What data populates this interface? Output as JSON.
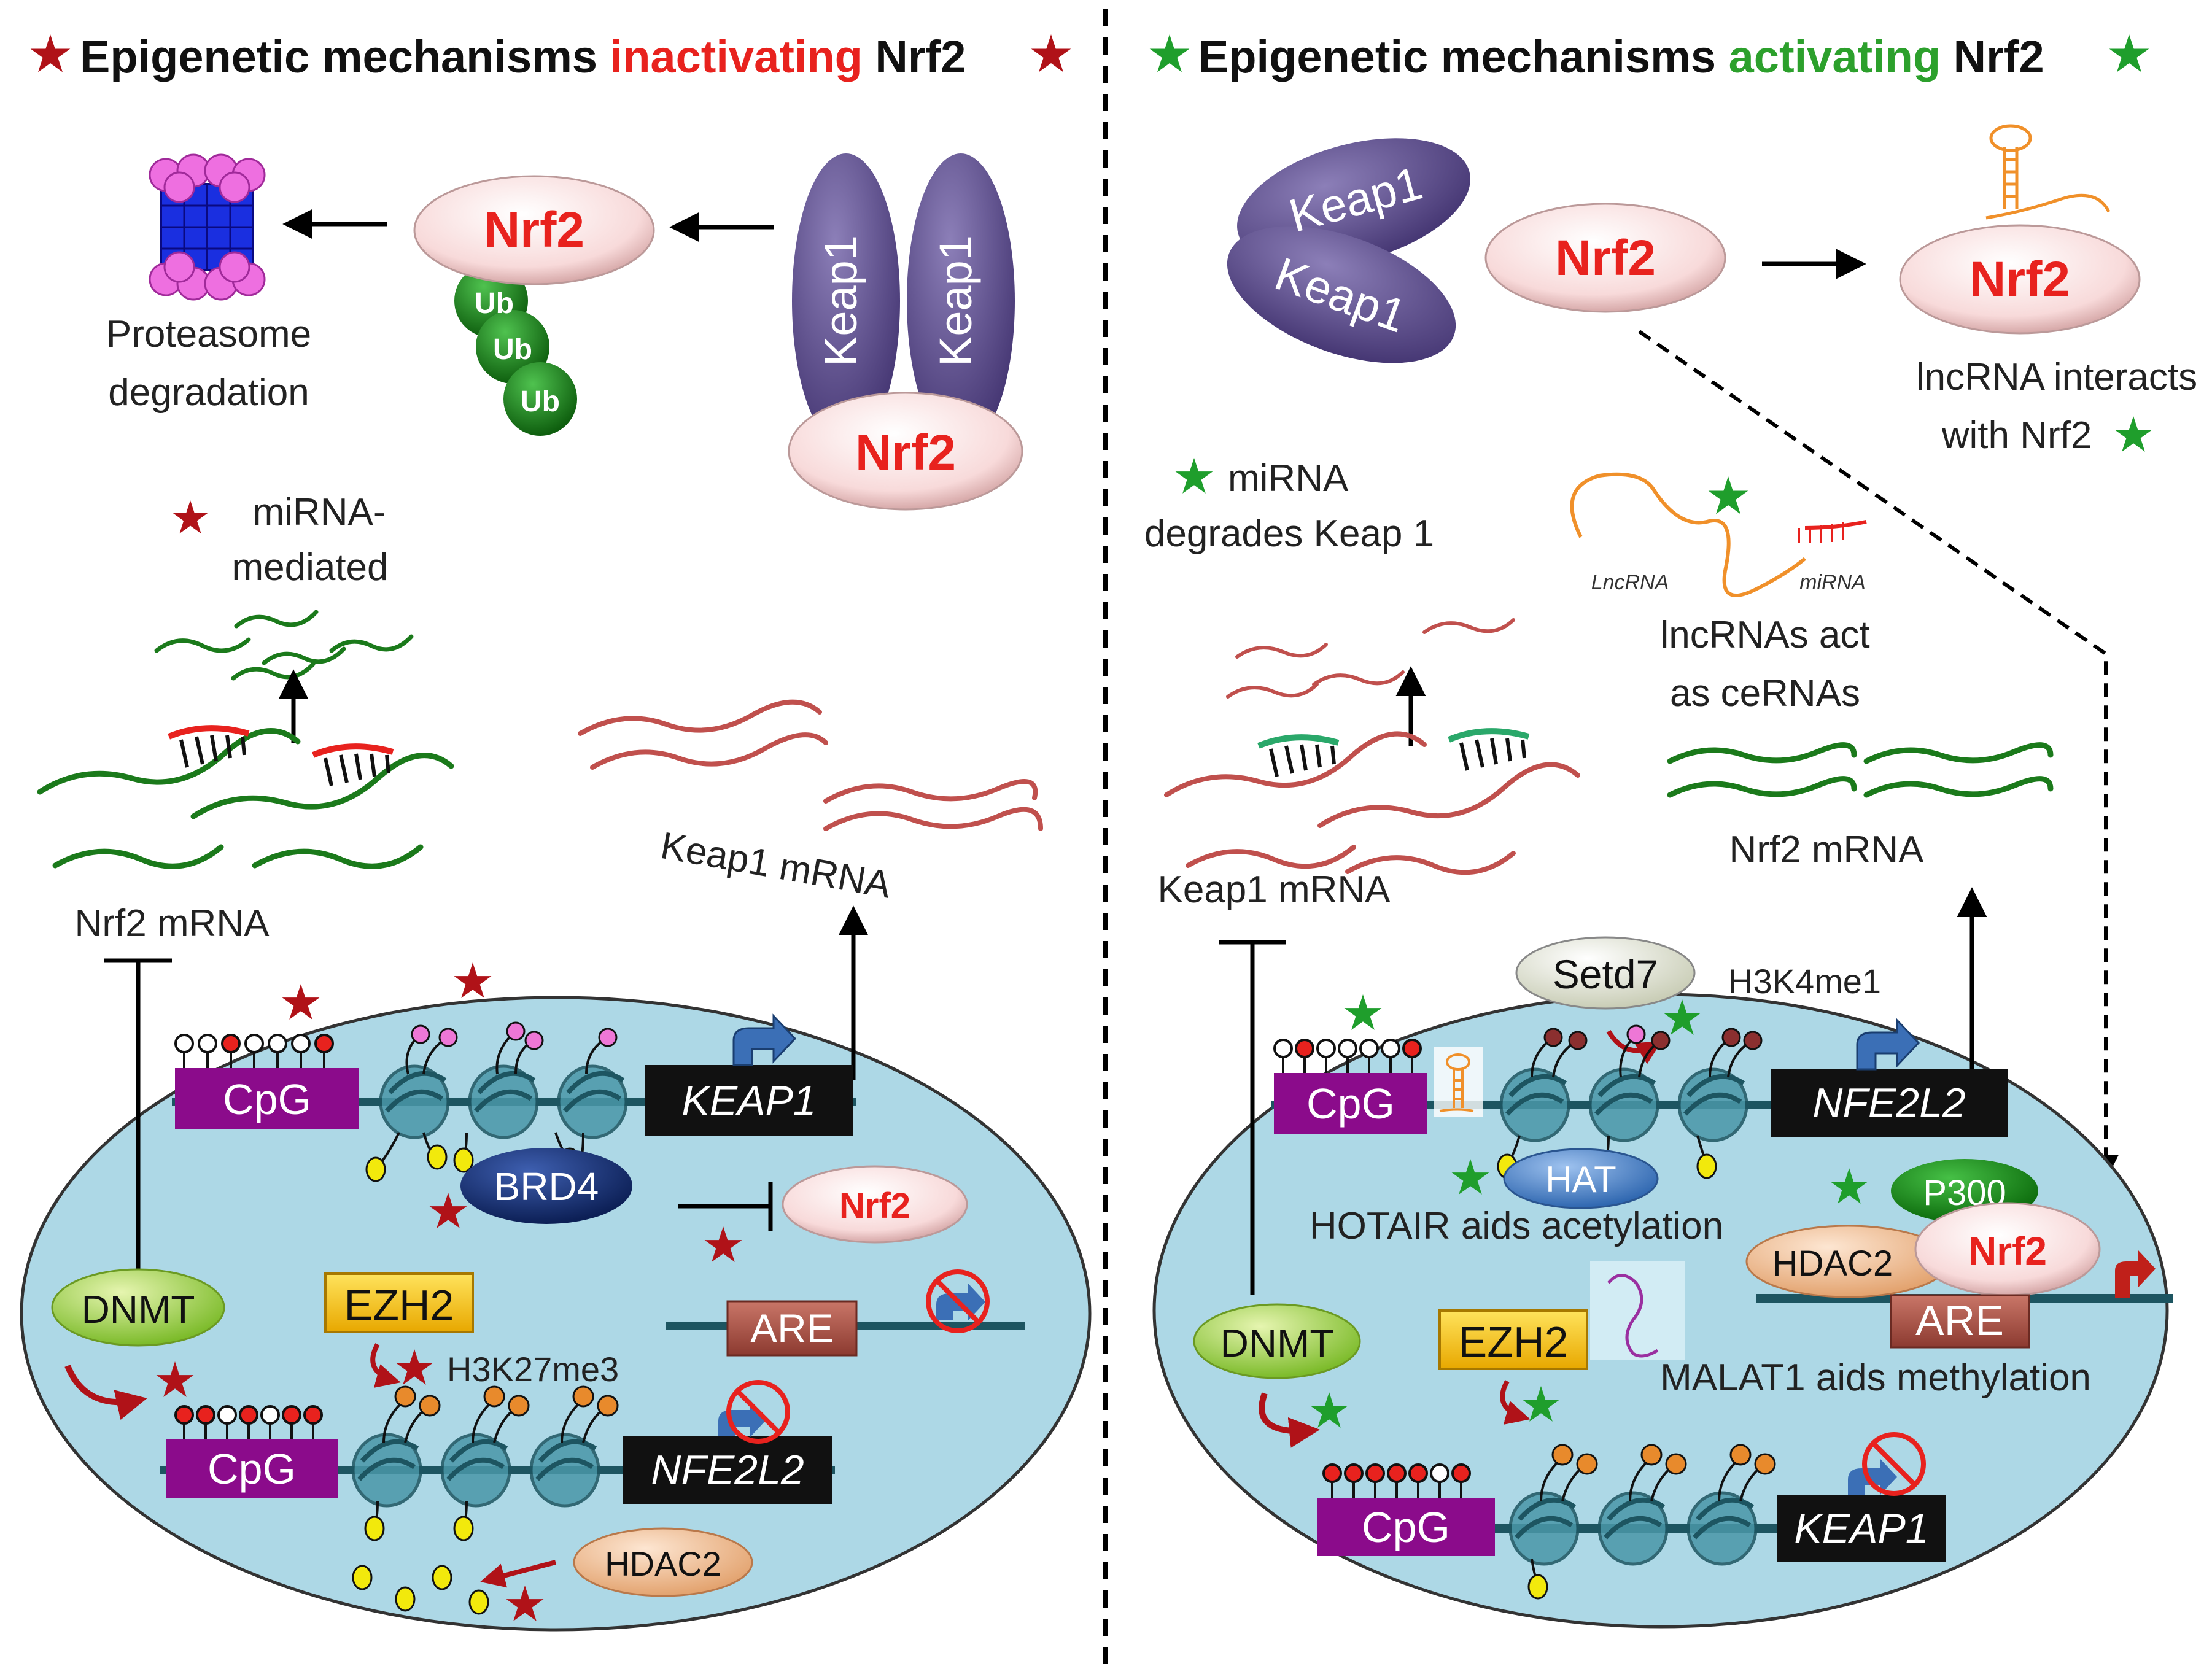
{
  "left_panel": {
    "title_prefix": "Epigenetic mechanisms ",
    "title_highlight": "inactivating",
    "title_suffix": " Nrf2",
    "proteasome_label_line1": "Proteasome",
    "proteasome_label_line2": "degradation",
    "nrf2_label": "Nrf2",
    "keap1_label": "Keap1",
    "ub_label": "Ub",
    "mirna_label_line1": "miRNA-",
    "mirna_label_line2": "mediated",
    "nrf2_mrna_label": "Nrf2 mRNA",
    "keap1_mrna_label": "Keap1 mRNA",
    "cpg_label": "CpG",
    "keap1_gene": "KEAP1",
    "nfe2l2_gene": "NFE2L2",
    "brd4_label": "BRD4",
    "dnmt_label": "DNMT",
    "ezh2_label": "EZH2",
    "h3k27me3_label": "H3K27me3",
    "are_label": "ARE",
    "hdac2_label": "HDAC2"
  },
  "right_panel": {
    "title_prefix": "Epigenetic mechanisms ",
    "title_highlight": "activating",
    "title_suffix": " Nrf2",
    "keap1_label": "Keap1",
    "nrf2_label": "Nrf2",
    "lncrna_interacts_line1": "lncRNA interacts",
    "lncrna_interacts_line2": "with Nrf2",
    "mirna_label_line1": "miRNA",
    "mirna_label_line2": "degrades Keap 1",
    "lncrna_small": "LncRNA",
    "mirna_small": "miRNA",
    "cerna_line1": "lncRNAs act",
    "cerna_line2": "as ceRNAs",
    "keap1_mrna_label": "Keap1 mRNA",
    "nrf2_mrna_label": "Nrf2 mRNA",
    "setd7_label": "Setd7",
    "h3k4me1_label": "H3K4me1",
    "cpg_label": "CpG",
    "nfe2l2_gene": "NFE2L2",
    "keap1_gene": "KEAP1",
    "hat_label": "HAT",
    "p300_label": "P300",
    "hotair_label": "HOTAIR aids acetylation",
    "hdac2_label": "HDAC2",
    "are_label": "ARE",
    "dnmt_label": "DNMT",
    "ezh2_label": "EZH2",
    "malat1_label": "MALAT1 aids methylation"
  },
  "colors": {
    "inactivating": "#e8221e",
    "activating": "#2ca02c",
    "star_red": "#b01218",
    "star_green": "#1f9e2c",
    "cell": "#add8e6",
    "keap1_purple": "#5a4a8a",
    "cpg_purple": "#8b0b8b",
    "ub_green": "#1e8a1e",
    "mrna_green": "#1b7a1b",
    "mrna_red": "#c0504d"
  },
  "icons": [
    "star-icon",
    "proteasome-icon",
    "nucleosome-icon",
    "transcription-arrow-icon",
    "blocked-icon",
    "lncrna-hairpin-icon"
  ]
}
